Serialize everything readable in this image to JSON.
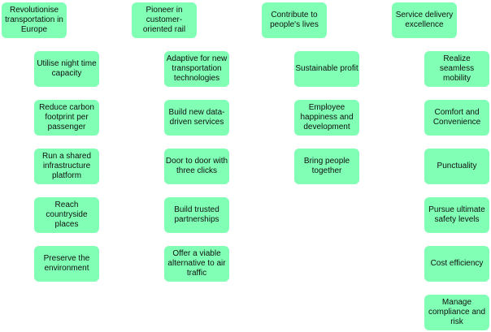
{
  "columns": [
    {
      "title": "Revolutionise transportation in Europe",
      "items": [
        "Utilise night time capacity",
        "Reduce carbon footprint per passenger",
        "Run a shared infrastructure platform",
        "Reach countryside places",
        "Preserve the environment"
      ]
    },
    {
      "title": "Pioneer in customer-oriented rail",
      "items": [
        "Adaptive for new transportation technologies",
        "Build new data-driven services",
        "Door to door with three clicks",
        "Build trusted partnerships",
        "Offer a viable alternative to air traffic"
      ]
    },
    {
      "title": "Contribute to people's lives",
      "items": [
        "Sustainable profit",
        "Employee happiness and development",
        "Bring people together"
      ]
    },
    {
      "title": "Service delivery excellence",
      "items": [
        "Realize seamless mobility",
        "Comfort and Convenience",
        "Punctuality",
        "Pursue ultimate safety levels",
        "Cost efficiency",
        "Manage compliance and risk"
      ]
    }
  ]
}
